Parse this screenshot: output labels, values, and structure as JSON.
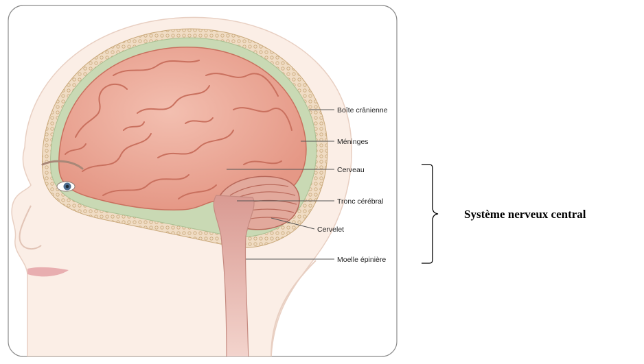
{
  "diagram": {
    "labels": {
      "skull": "Boîte crânienne",
      "meninges": "Méninges",
      "cerebrum": "Cerveau",
      "brainstem": "Tronc cérébral",
      "cerebellum": "Cervelet",
      "spinal_cord": "Moelle épinière"
    },
    "system_label": "Système nerveux central"
  },
  "colors": {
    "skin": "#fbeee6",
    "skull": "#f0dcc4",
    "meninges": "#c9d9b4",
    "brain": "#eaa797",
    "brain_dark": "#c9705e",
    "brainstem": "#d99a92",
    "leader_line": "#555555"
  }
}
